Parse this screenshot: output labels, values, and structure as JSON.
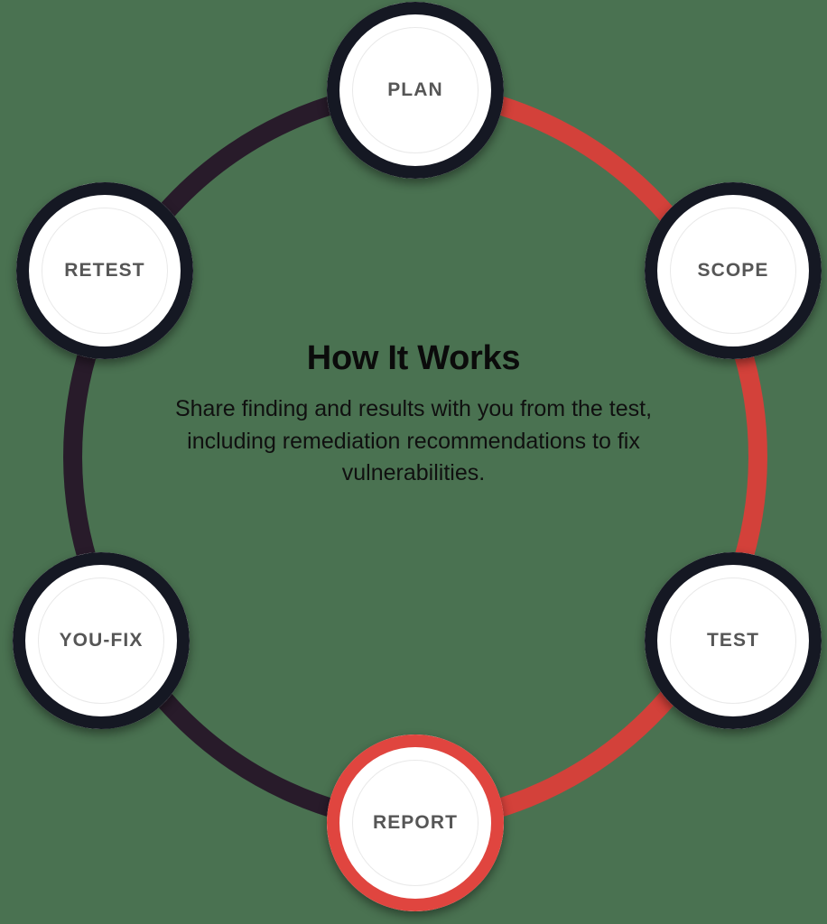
{
  "theme": {
    "background": "#4a7251",
    "arc_active_color": "#d3413a",
    "arc_inactive_color": "#281b2a",
    "node_ring_color": "#151823",
    "node_accent_ring_color": "#e0453f",
    "node_fill": "#ffffff",
    "node_inner_circle": "#e9e9e9",
    "node_label_color": "#565656",
    "title_color": "#0b0b0b",
    "description_color": "#101010"
  },
  "center": {
    "title": "How It Works",
    "description": "Share finding and results with you from the test, including remediation recommendations to fix vulnerabilities."
  },
  "cycle": {
    "nodes": [
      {
        "id": "plan",
        "label": "PLAN",
        "angle_deg": -90,
        "accent": false
      },
      {
        "id": "scope",
        "label": "SCOPE",
        "angle_deg": -30,
        "accent": false
      },
      {
        "id": "test",
        "label": "TEST",
        "angle_deg": 30,
        "accent": false
      },
      {
        "id": "report",
        "label": "REPORT",
        "angle_deg": 90,
        "accent": true
      },
      {
        "id": "youfix",
        "label": "YOU-FIX",
        "angle_deg": 150,
        "accent": false
      },
      {
        "id": "retest",
        "label": "RETEST",
        "angle_deg": 210,
        "accent": false
      }
    ],
    "arcs": [
      {
        "id": "arc-active",
        "from": "plan",
        "to": "report",
        "direction": "clockwise",
        "color": "#d3413a"
      },
      {
        "id": "arc-inactive",
        "from": "report",
        "to": "plan",
        "direction": "counterclockwise",
        "color": "#281b2a"
      }
    ]
  }
}
